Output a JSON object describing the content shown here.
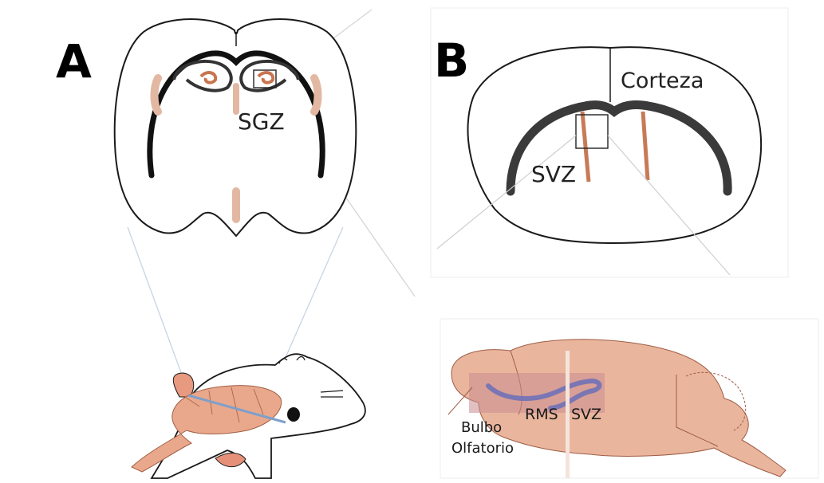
{
  "panels": {
    "a": {
      "letter": "A",
      "label_sgz": "SGZ"
    },
    "b": {
      "letter": "B",
      "label_cortex": "Corteza",
      "label_svz": "SVZ"
    },
    "sagittal": {
      "label_svz": "SVZ",
      "label_rms": "RMS",
      "label_bulb_line1": "Bulbo",
      "label_bulb_line2": "Olfatorio"
    }
  },
  "colors": {
    "neurogenic_zone": "#d9a58c",
    "brain_tissue": "#eab59d",
    "rms_stream": "#6a6fb8",
    "outline": "#1a1a1a",
    "ventricle": "#3a3a3a"
  },
  "icons": [
    "mouse-head-icon",
    "coronal-brain-icon",
    "sagittal-brain-icon"
  ]
}
